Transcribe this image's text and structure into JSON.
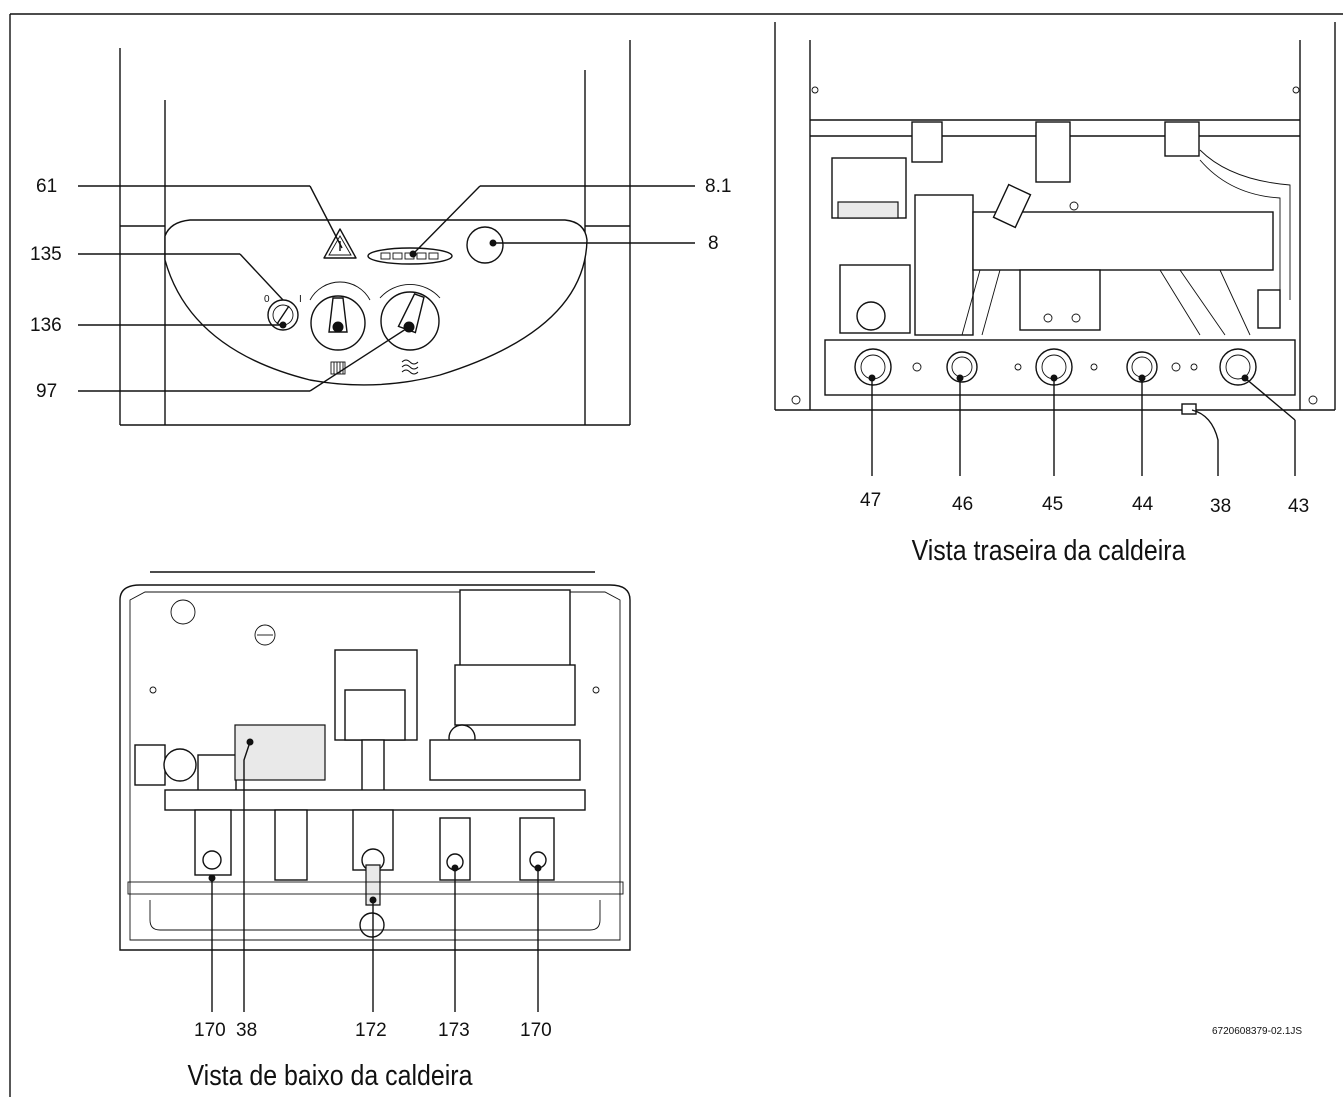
{
  "front_view": {
    "labels": {
      "l61": "61",
      "l135": "135",
      "l136": "136",
      "l97": "97",
      "l81": "8.1",
      "l8": "8"
    },
    "switch_marks": {
      "off": "0",
      "on": "I"
    }
  },
  "rear_view": {
    "labels": {
      "l47": "47",
      "l46": "46",
      "l45": "45",
      "l44": "44",
      "l38": "38",
      "l43": "43"
    },
    "caption": "Vista traseira da caldeira"
  },
  "bottom_view": {
    "labels": {
      "l170a": "170",
      "l38": "38",
      "l172": "172",
      "l173": "173",
      "l170b": "170"
    },
    "caption": "Vista de baixo da caldeira"
  },
  "reference_code": "6720608379-02.1JS"
}
